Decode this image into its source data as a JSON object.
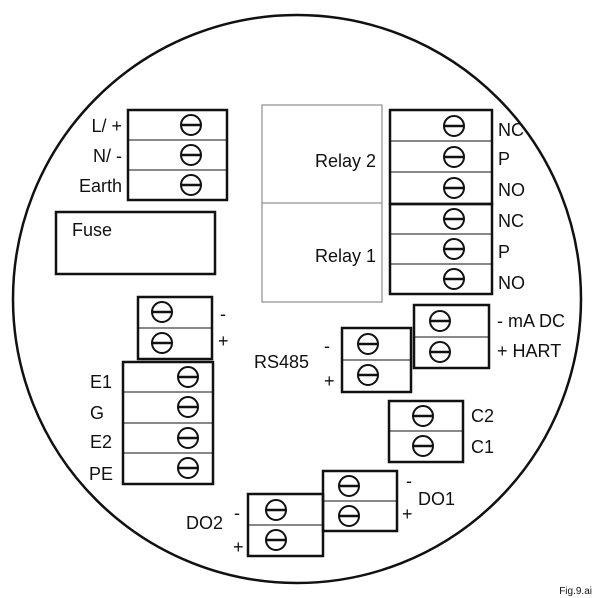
{
  "power_terminal": {
    "labels": [
      "L/ +",
      "N/ -",
      "Earth"
    ]
  },
  "fuse": {
    "label": "Fuse"
  },
  "relays": {
    "relay2_label": "Relay 2",
    "relay1_label": "Relay 1"
  },
  "relay_contacts": {
    "relay2": [
      "NC",
      "P",
      "NO"
    ],
    "relay1": [
      "NC",
      "P",
      "NO"
    ]
  },
  "aux_terminal": {
    "labels": [
      "-",
      "+"
    ]
  },
  "electrode_terminal": {
    "labels": [
      "E1",
      "G",
      "E2",
      "PE"
    ]
  },
  "rs485": {
    "label": "RS485",
    "minus": "-",
    "plus": "+"
  },
  "ma_output": {
    "line1": "- mA DC",
    "line2": "+ HART"
  },
  "coil_terminal": {
    "labels": [
      "C2",
      "C1"
    ]
  },
  "do1": {
    "label": "DO1",
    "minus": "-",
    "plus": "+"
  },
  "do2": {
    "label": "DO2",
    "minus": "-",
    "plus": "+"
  },
  "figure_ref": "Fig.9.ai"
}
